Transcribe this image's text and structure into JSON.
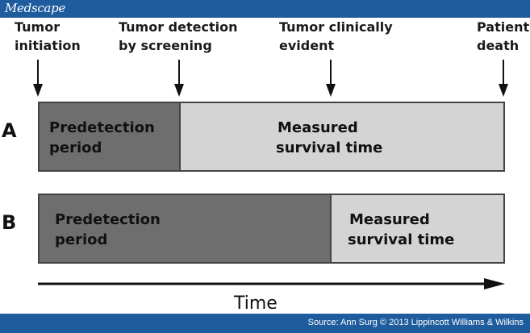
{
  "header": {
    "brand": "Medscape"
  },
  "events": {
    "initiation": {
      "line1": "Tumor",
      "line2": "initiation"
    },
    "screening": {
      "line1": "Tumor detection",
      "line2": "by screening"
    },
    "clinical": {
      "line1": "Tumor clinically",
      "line2": "evident"
    },
    "death": {
      "line1": "Patient",
      "line2": "death"
    }
  },
  "rows": {
    "a": {
      "letter": "A",
      "predetection": {
        "line1": "Predetection",
        "line2": "period"
      },
      "survival": {
        "line1": "Measured",
        "line2": "survival time"
      }
    },
    "b": {
      "letter": "B",
      "predetection": {
        "line1": "Predetection",
        "line2": "period"
      },
      "survival": {
        "line1": "Measured",
        "line2": "survival time"
      }
    }
  },
  "time_axis": {
    "label": "Time"
  },
  "footer": {
    "source": "Source: Ann Surg © 2013 Lippincott Williams & Wilkins"
  },
  "colors": {
    "brand_blue": "#1f5c9e",
    "predetection_gray": "#6e6e6e",
    "survival_gray": "#d4d4d4"
  }
}
